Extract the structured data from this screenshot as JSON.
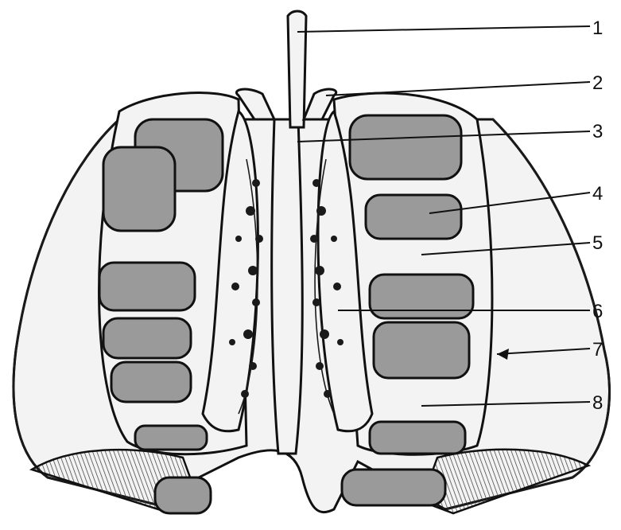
{
  "labels": [
    "1",
    "2",
    "3",
    "4",
    "5",
    "6",
    "7",
    "8"
  ],
  "colors": {
    "ink": "#1a1a1a",
    "paper": "#ffffff",
    "shade": "#9a9a9a"
  }
}
